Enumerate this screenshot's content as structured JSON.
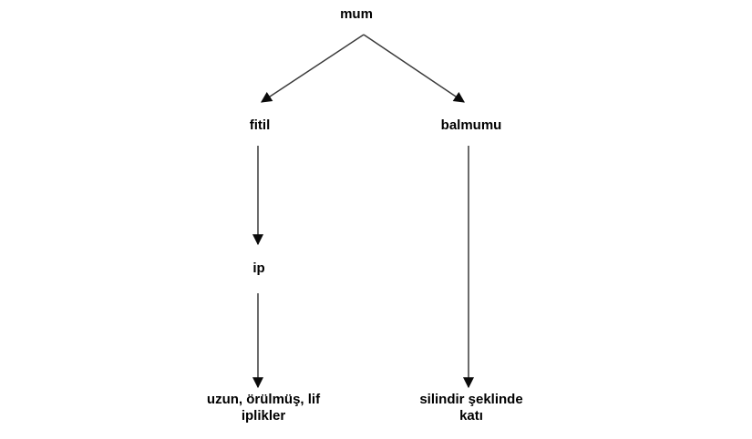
{
  "diagram": {
    "type": "tree",
    "background_color": "#ffffff",
    "line_color": "#3a3a3a",
    "arrowhead_color": "#0a0a0a",
    "text_color": "#000000",
    "nodes": {
      "root": {
        "label": "mum"
      },
      "left_child": {
        "label": "fitil"
      },
      "right_child": {
        "label": "balmumu"
      },
      "left_grandchild": {
        "label": "ip"
      },
      "left_leaf": {
        "label": "uzun, örülmüş, lif\niplikler"
      },
      "right_leaf": {
        "label": "silindir şeklinde\nkatı"
      }
    },
    "edges": [
      {
        "from": "mum",
        "to": "fitil"
      },
      {
        "from": "mum",
        "to": "balmumu"
      },
      {
        "from": "fitil",
        "to": "ip"
      },
      {
        "from": "ip",
        "to": "uzun, örülmüş, lif iplikler"
      },
      {
        "from": "balmumu",
        "to": "silindir şeklinde katı"
      }
    ]
  }
}
